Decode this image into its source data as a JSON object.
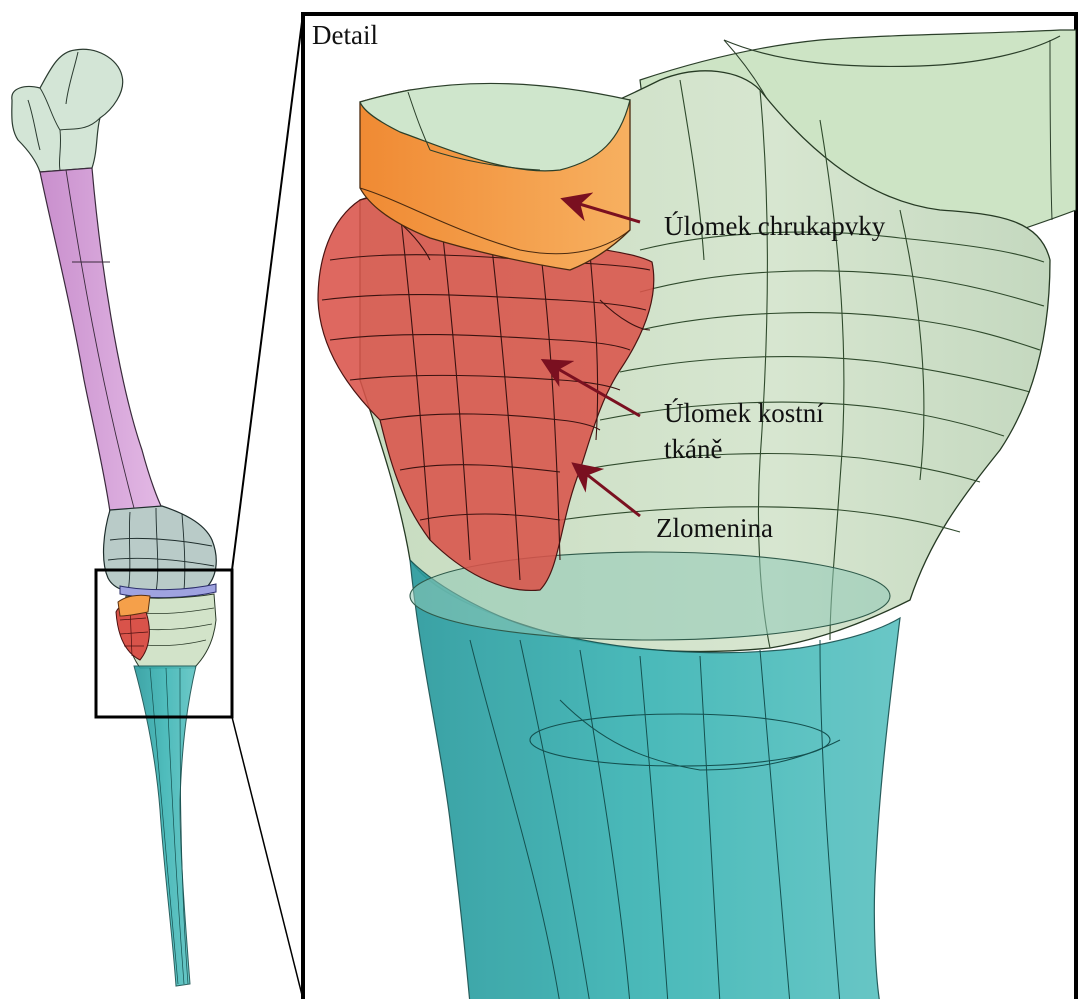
{
  "detail_panel": {
    "title": "Detail"
  },
  "labels": {
    "cartilage_fragment": "Úlomek chrukapvky",
    "bone_fragment_line1": "Úlomek kostní",
    "bone_fragment_line2": "tkáně",
    "fracture": "Zlomenina"
  },
  "colors": {
    "femur_head": "#cfe2d4",
    "femur_shaft": "#d9a8dc",
    "condyle": "#b8cdc8",
    "cartilage_fragment": "#f5a04a",
    "bone_fragment": "#d9534a",
    "tibia_plateau": "#cfe3c8",
    "tibia_shaft": "#3aaeb0",
    "meniscus": "#9fa3e0",
    "arrow": "#7a1020"
  }
}
